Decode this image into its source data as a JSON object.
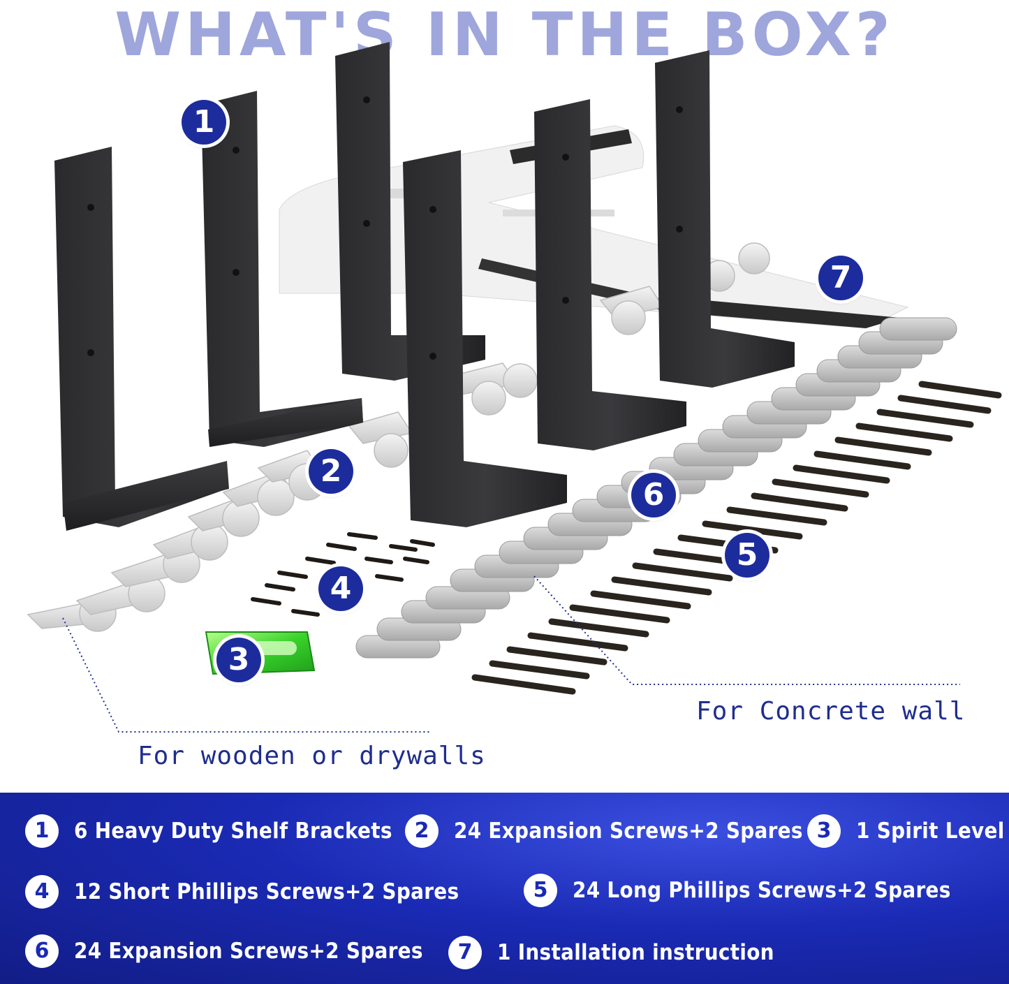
{
  "title": "WHAT'S IN THE BOX?",
  "badges": [
    "1",
    "2",
    "3",
    "4",
    "5",
    "6",
    "7"
  ],
  "captions": {
    "wooden": "For wooden or drywalls",
    "concrete": "For Concrete wall"
  },
  "legend": [
    {
      "num": "1",
      "text": "6 Heavy Duty Shelf Brackets"
    },
    {
      "num": "2",
      "text": "24 Expansion Screws+2 Spares"
    },
    {
      "num": "3",
      "text": "1 Spirit Level"
    },
    {
      "num": "4",
      "text": "12 Short Phillips Screws+2 Spares"
    },
    {
      "num": "5",
      "text": "24 Long Phillips Screws+2 Spares"
    },
    {
      "num": "6",
      "text": "24 Expansion Screws+2 Spares"
    },
    {
      "num": "7",
      "text": "1 Installation instruction"
    }
  ],
  "colors": {
    "title": "#9ea6dc",
    "badge": "#1d2c9c",
    "panel": "#1a2ab4",
    "caption": "#1f2d8e"
  }
}
